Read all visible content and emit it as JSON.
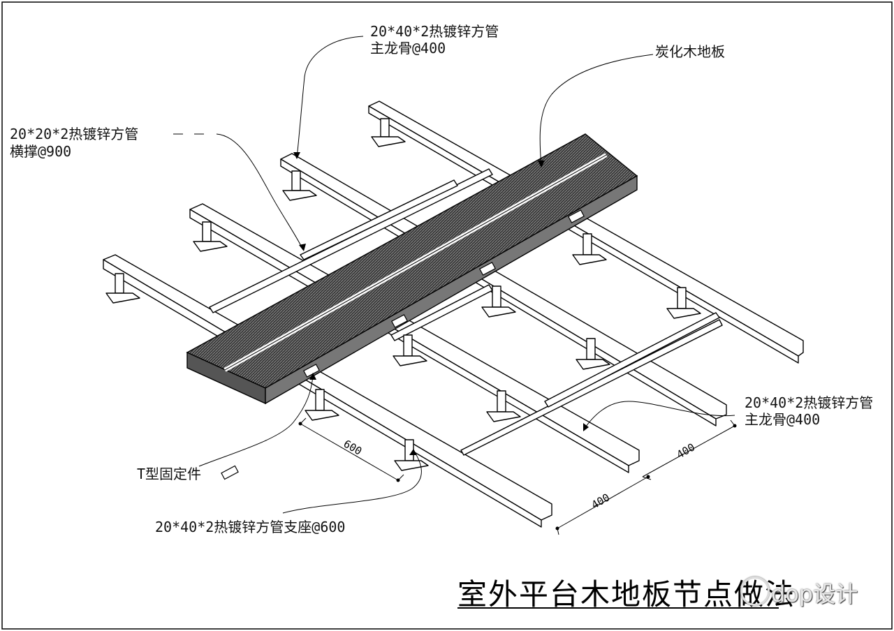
{
  "labels": {
    "top_main_joist": {
      "line1": "20*40*2热镀锌方管",
      "line2": "主龙骨@400"
    },
    "carbonized_board": "炭化木地板",
    "cross_brace": {
      "line1": "20*20*2热镀锌方管",
      "line2": "横撑@900"
    },
    "right_main_joist": {
      "line1": "20*40*2热镀锌方管",
      "line2": "主龙骨@400"
    },
    "t_fixing": "T型固定件",
    "support_base": "20*40*2热镀锌方管支座@600"
  },
  "dimensions": {
    "spacing_600": "600",
    "spacing_400_right": "400",
    "spacing_400_bottom": "400"
  },
  "title": "室外平台木地板节点做法",
  "watermark": "dop设计",
  "colors": {
    "line": "#000000",
    "board": "#2a2a2a",
    "background": "#ffffff"
  }
}
